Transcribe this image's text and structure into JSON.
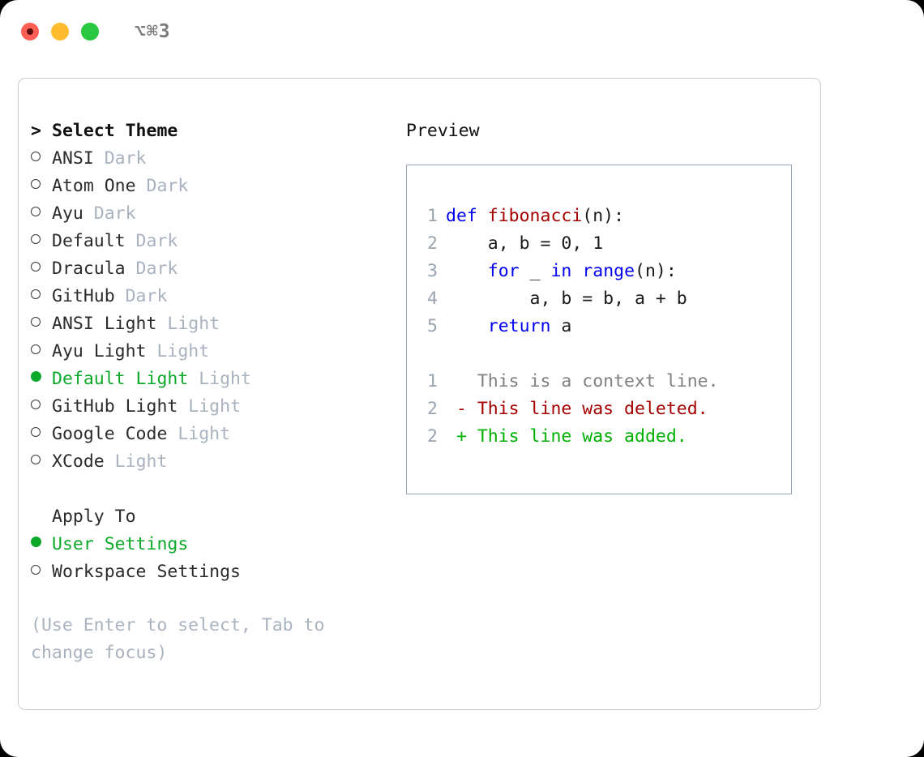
{
  "titlebar": {
    "shortcut": "⌥⌘3",
    "buttons": [
      {
        "name": "close",
        "color": "#ff5f57"
      },
      {
        "name": "minimize",
        "color": "#ffbd2e"
      },
      {
        "name": "maximize",
        "color": "#28c840"
      }
    ]
  },
  "theme_picker": {
    "header_marker": ">",
    "header": "Select Theme",
    "items": [
      {
        "marker": "○",
        "name": "ANSI",
        "tag": "Dark",
        "selected": false
      },
      {
        "marker": "○",
        "name": "Atom One",
        "tag": "Dark",
        "selected": false
      },
      {
        "marker": "○",
        "name": "Ayu",
        "tag": "Dark",
        "selected": false
      },
      {
        "marker": "○",
        "name": "Default",
        "tag": "Dark",
        "selected": false
      },
      {
        "marker": "○",
        "name": "Dracula",
        "tag": "Dark",
        "selected": false
      },
      {
        "marker": "○",
        "name": "GitHub",
        "tag": "Dark",
        "selected": false
      },
      {
        "marker": "○",
        "name": "ANSI Light",
        "tag": "Light",
        "selected": false
      },
      {
        "marker": "○",
        "name": "Ayu Light",
        "tag": "Light",
        "selected": false
      },
      {
        "marker": "●",
        "name": "Default Light",
        "tag": "Light",
        "selected": true
      },
      {
        "marker": "○",
        "name": "GitHub Light",
        "tag": "Light",
        "selected": false
      },
      {
        "marker": "○",
        "name": "Google Code",
        "tag": "Light",
        "selected": false
      },
      {
        "marker": "○",
        "name": "XCode",
        "tag": "Light",
        "selected": false
      }
    ]
  },
  "apply_to": {
    "title": "Apply To",
    "options": [
      {
        "marker": "●",
        "label": "User Settings",
        "selected": true
      },
      {
        "marker": "○",
        "label": "Workspace Settings",
        "selected": false
      }
    ]
  },
  "hint": "(Use Enter to select, Tab to change focus)",
  "preview": {
    "title": "Preview",
    "code_lines": [
      {
        "no": "1",
        "tokens": [
          {
            "t": "def ",
            "c": "kw"
          },
          {
            "t": "fibonacci",
            "c": "fn"
          },
          {
            "t": "(n):",
            "c": "pl"
          }
        ]
      },
      {
        "no": "2",
        "tokens": [
          {
            "t": "    a, b = 0, 1",
            "c": "pl"
          }
        ]
      },
      {
        "no": "3",
        "tokens": [
          {
            "t": "    ",
            "c": "pl"
          },
          {
            "t": "for",
            "c": "kw"
          },
          {
            "t": " _ ",
            "c": "pl"
          },
          {
            "t": "in",
            "c": "kw"
          },
          {
            "t": " ",
            "c": "pl"
          },
          {
            "t": "range",
            "c": "kw"
          },
          {
            "t": "(n):",
            "c": "pl"
          }
        ]
      },
      {
        "no": "4",
        "tokens": [
          {
            "t": "        a, b = b, a + b",
            "c": "pl"
          }
        ]
      },
      {
        "no": "5",
        "tokens": [
          {
            "t": "    ",
            "c": "pl"
          },
          {
            "t": "return",
            "c": "kw"
          },
          {
            "t": " a",
            "c": "pl"
          }
        ]
      }
    ],
    "diff_lines": [
      {
        "no": "1",
        "tokens": [
          {
            "t": "   This is a context line.",
            "c": "ctx"
          }
        ]
      },
      {
        "no": "2",
        "tokens": [
          {
            "t": " - This line was deleted.",
            "c": "del"
          }
        ]
      },
      {
        "no": "2",
        "tokens": [
          {
            "t": " + This line was added.",
            "c": "add"
          }
        ]
      }
    ]
  },
  "colors": {
    "accent_green": "#0ca82a",
    "muted": "#a9b2bf",
    "keyword_blue": "#0000ee",
    "function_red": "#a40000",
    "diff_add": "#00b000",
    "diff_del": "#a40000",
    "panel_border": "#c8ccd4",
    "preview_border": "#97a3b2"
  }
}
